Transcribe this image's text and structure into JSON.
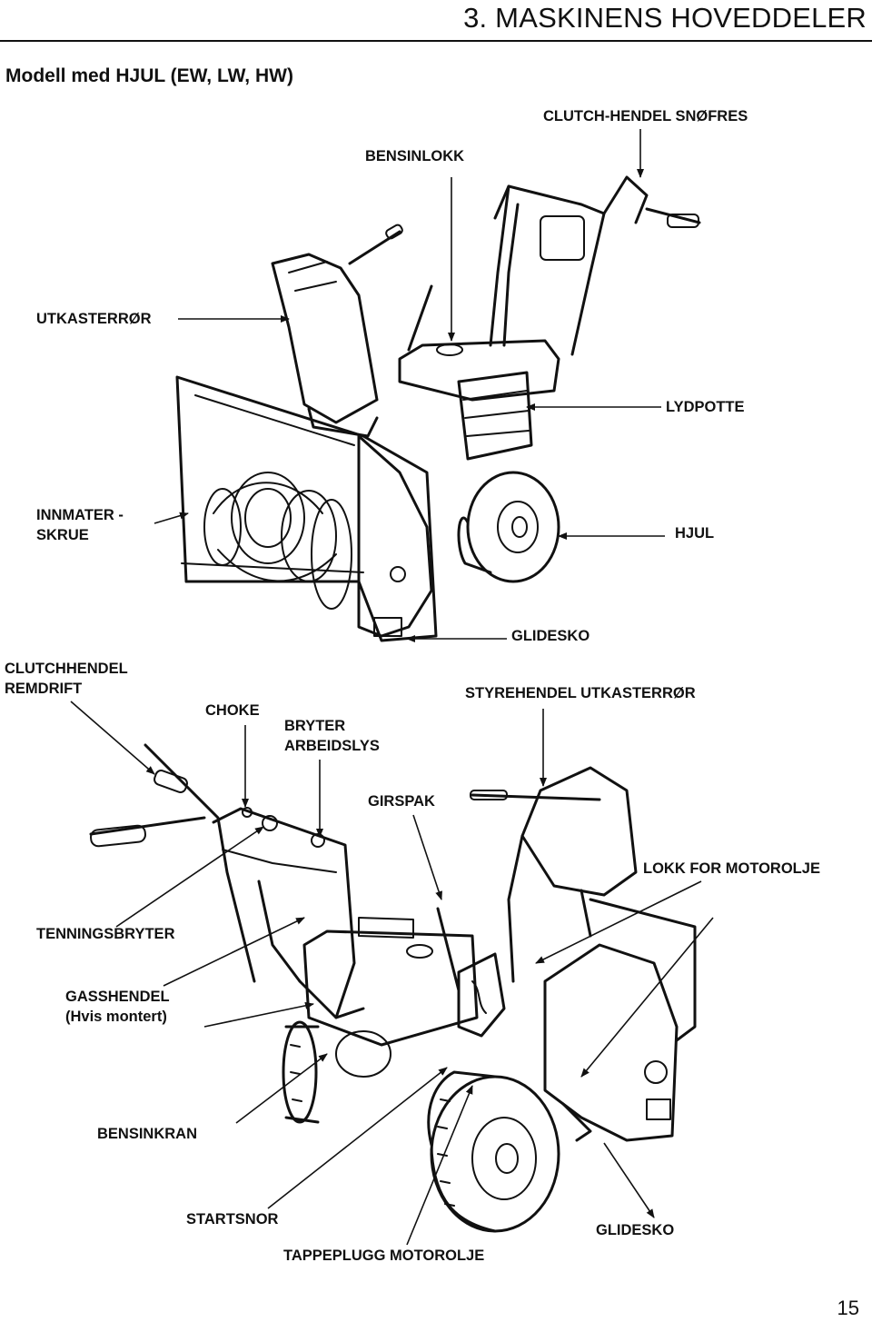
{
  "header": {
    "title": "3. MASKINENS HOVEDDELER",
    "subtitle": "Modell med HJUL (EW, LW, HW)"
  },
  "top_view_labels": {
    "clutch_hendel_snofres": "CLUTCH-HENDEL SNØFRES",
    "bensinlokk": "BENSINLOKK",
    "utkasterror": "UTKASTERRØR",
    "lydpotte": "LYDPOTTE",
    "innmater_line1": "INNMATER -",
    "innmater_line2": "SKRUE",
    "hjul": "HJUL",
    "glidesko": "GLIDESKO"
  },
  "bottom_view_labels": {
    "clutchhendel_line1": "CLUTCHHENDEL",
    "clutchhendel_line2": "REMDRIFT",
    "choke": "CHOKE",
    "bryter_line1": "BRYTER",
    "bryter_line2": "ARBEIDSLYS",
    "styrehendel": "STYREHENDEL UTKASTERRØR",
    "girspak": "GIRSPAK",
    "lokk_motorolje": "LOKK FOR MOTOROLJE",
    "tenningsbryter": "TENNINGSBRYTER",
    "gasshendel_line1": "GASSHENDEL",
    "gasshendel_line2": "(Hvis montert)",
    "bensinkran": "BENSINKRAN",
    "startsnor": "STARTSNOR",
    "glidesko": "GLIDESKO",
    "tappeplugg": "TAPPEPLUGG MOTOROLJE"
  },
  "footer": {
    "page_number": "15"
  },
  "illustrations": {
    "top": "snow-blower-front-illustration",
    "bottom": "snow-blower-rear-illustration"
  }
}
